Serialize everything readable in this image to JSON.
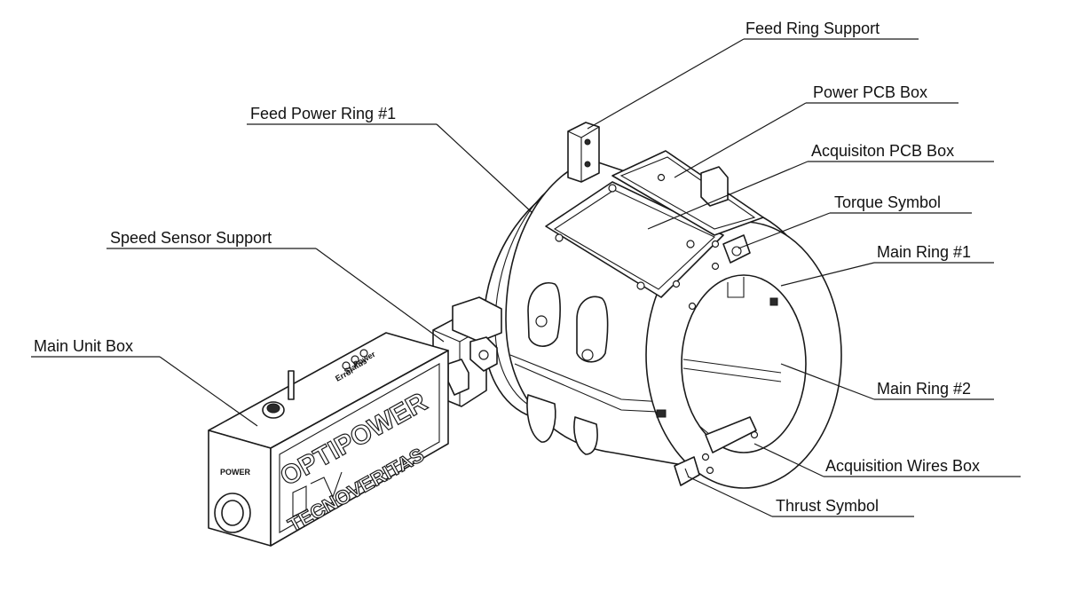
{
  "labels": {
    "feed_ring_support": "Feed Ring Support",
    "power_pcb_box": "Power PCB Box",
    "feed_power_ring": "Feed Power Ring #1",
    "acquisition_pcb_box": "Acquisiton PCB Box",
    "torque_symbol": "Torque Symbol",
    "speed_sensor_support": "Speed Sensor Support",
    "main_ring_1": "Main Ring #1",
    "main_unit_box": "Main Unit Box",
    "main_ring_2": "Main Ring #2",
    "acquisition_wires_box": "Acquisition Wires Box",
    "thrust_symbol": "Thrust Symbol"
  },
  "main_unit": {
    "brand_top": "OPTIPOWER",
    "brand_bottom": "TECNOVERITAS",
    "power_label": "POWER",
    "led_power": "Power",
    "led_status": "Status",
    "led_error": "Error"
  }
}
